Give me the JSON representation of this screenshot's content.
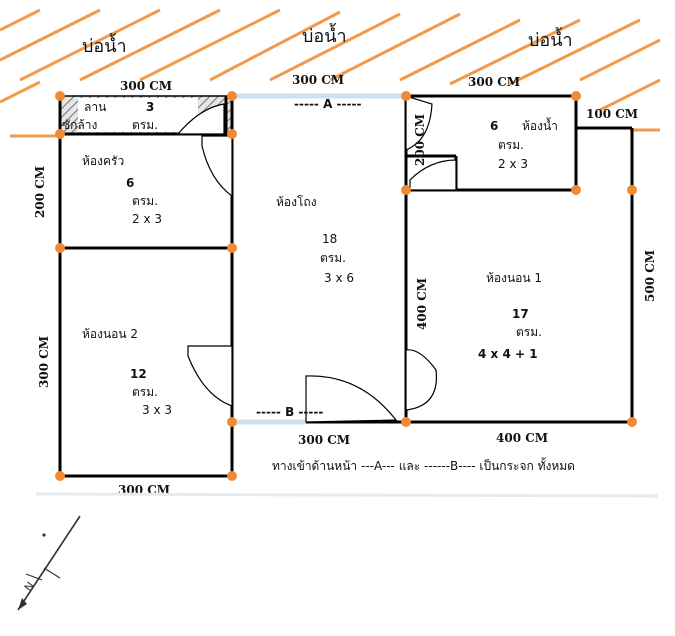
{
  "ponds": [
    "บ่อน้ำ",
    "บ่อน้ำ",
    "บ่อน้ำ"
  ],
  "dimensions": {
    "top_left": "300 CM",
    "top_mid": "300 CM",
    "top_right": "300 CM",
    "bath_right": "100 CM",
    "left_upper": "200 CM",
    "left_lower": "300 CM",
    "bottom_left": "300 CM",
    "bottom_mid": "300 CM",
    "bottom_right": "400 CM",
    "right_side": "500 CM",
    "bath_left": "200 CM",
    "bed1_left": "400 CM"
  },
  "glass_marks": {
    "a": "----- A -----",
    "b": "----- B -----"
  },
  "rooms": {
    "yard": {
      "name1": "ลาน",
      "name2": "ซักล้าง",
      "area": "3",
      "unit": "ตรม."
    },
    "kitchen": {
      "name": "ห้องครัว",
      "area": "6",
      "unit": "ตรม.",
      "size": "2 x 3"
    },
    "bedroom2": {
      "name": "ห้องนอน 2",
      "area": "12",
      "unit": "ตรม.",
      "size": "3 x 3"
    },
    "hall": {
      "name": "ห้องโถง",
      "area": "18",
      "unit": "ตรม.",
      "size": "3 x 6"
    },
    "bathroom": {
      "name": "ห้องน้ำ",
      "area": "6",
      "unit": "ตรม.",
      "size": "2 x 3"
    },
    "bedroom1": {
      "name": "ห้องนอน 1",
      "area": "17",
      "unit": "ตรม.",
      "size": "4 x 4 + 1"
    }
  },
  "note": "ทางเข้าด้านหน้า  ---A---  และ ------B----  เป็นกระจก ทั้งหมด",
  "colors": {
    "node": "#f08a33",
    "water_stripe": "#f29a4a",
    "glass": "#cfe0ef"
  }
}
